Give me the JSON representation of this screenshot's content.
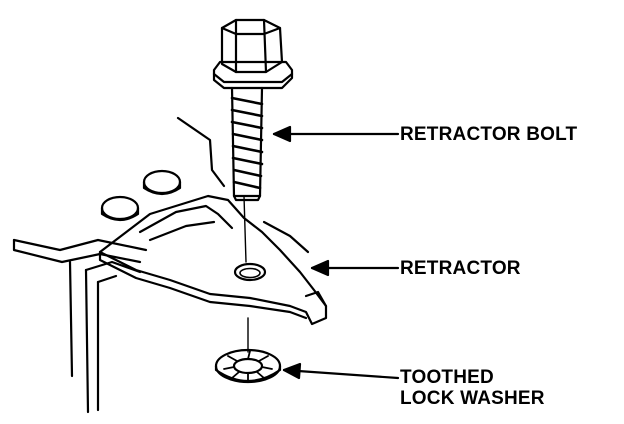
{
  "diagram": {
    "labels": {
      "retractor_bolt": "RETRACTOR BOLT",
      "retractor": "RETRACTOR",
      "washer_line1": "TOOTHED",
      "washer_line2": "LOCK WASHER"
    },
    "colors": {
      "ink": "#000000",
      "background": "#ffffff"
    }
  }
}
